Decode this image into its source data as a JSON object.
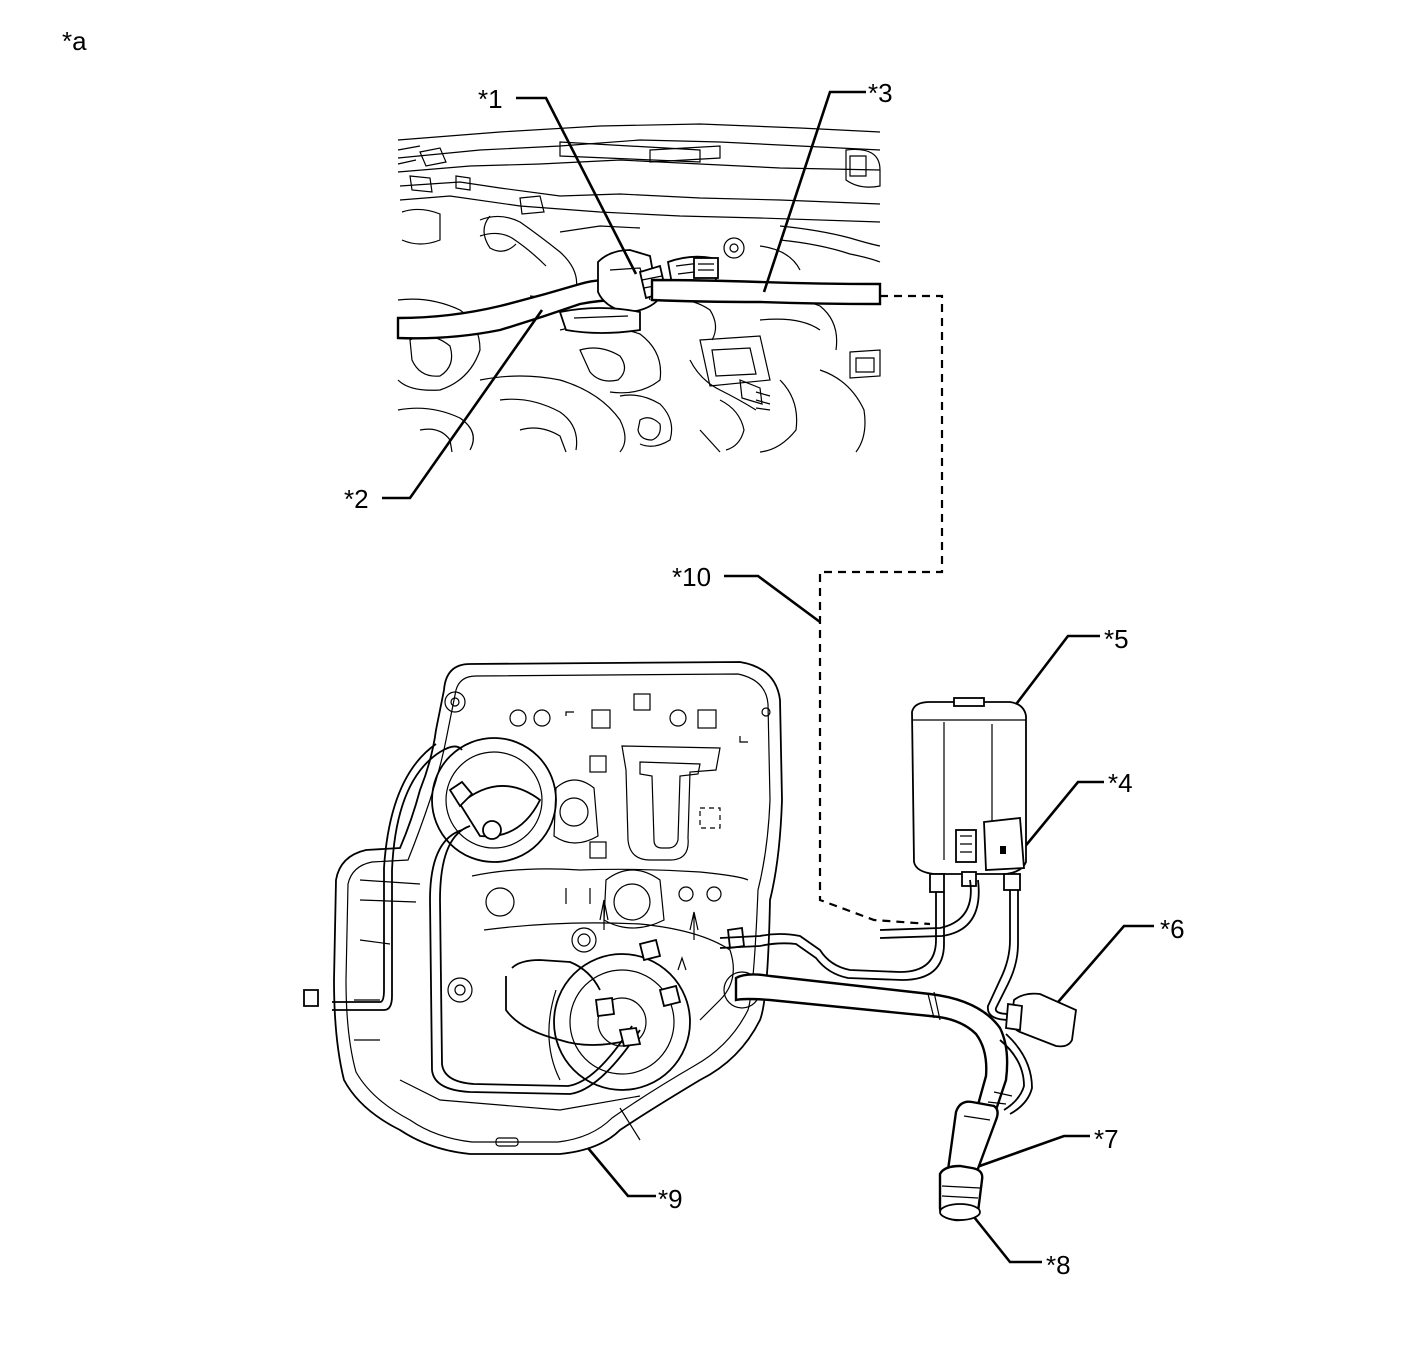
{
  "figure_label": "*a",
  "callouts": {
    "c1": "*1",
    "c2": "*2",
    "c3": "*3",
    "c4": "*4",
    "c5": "*5",
    "c6": "*6",
    "c7": "*7",
    "c8": "*8",
    "c9": "*9",
    "c10": "*10"
  },
  "colors": {
    "line": "#000000",
    "background": "#ffffff"
  }
}
